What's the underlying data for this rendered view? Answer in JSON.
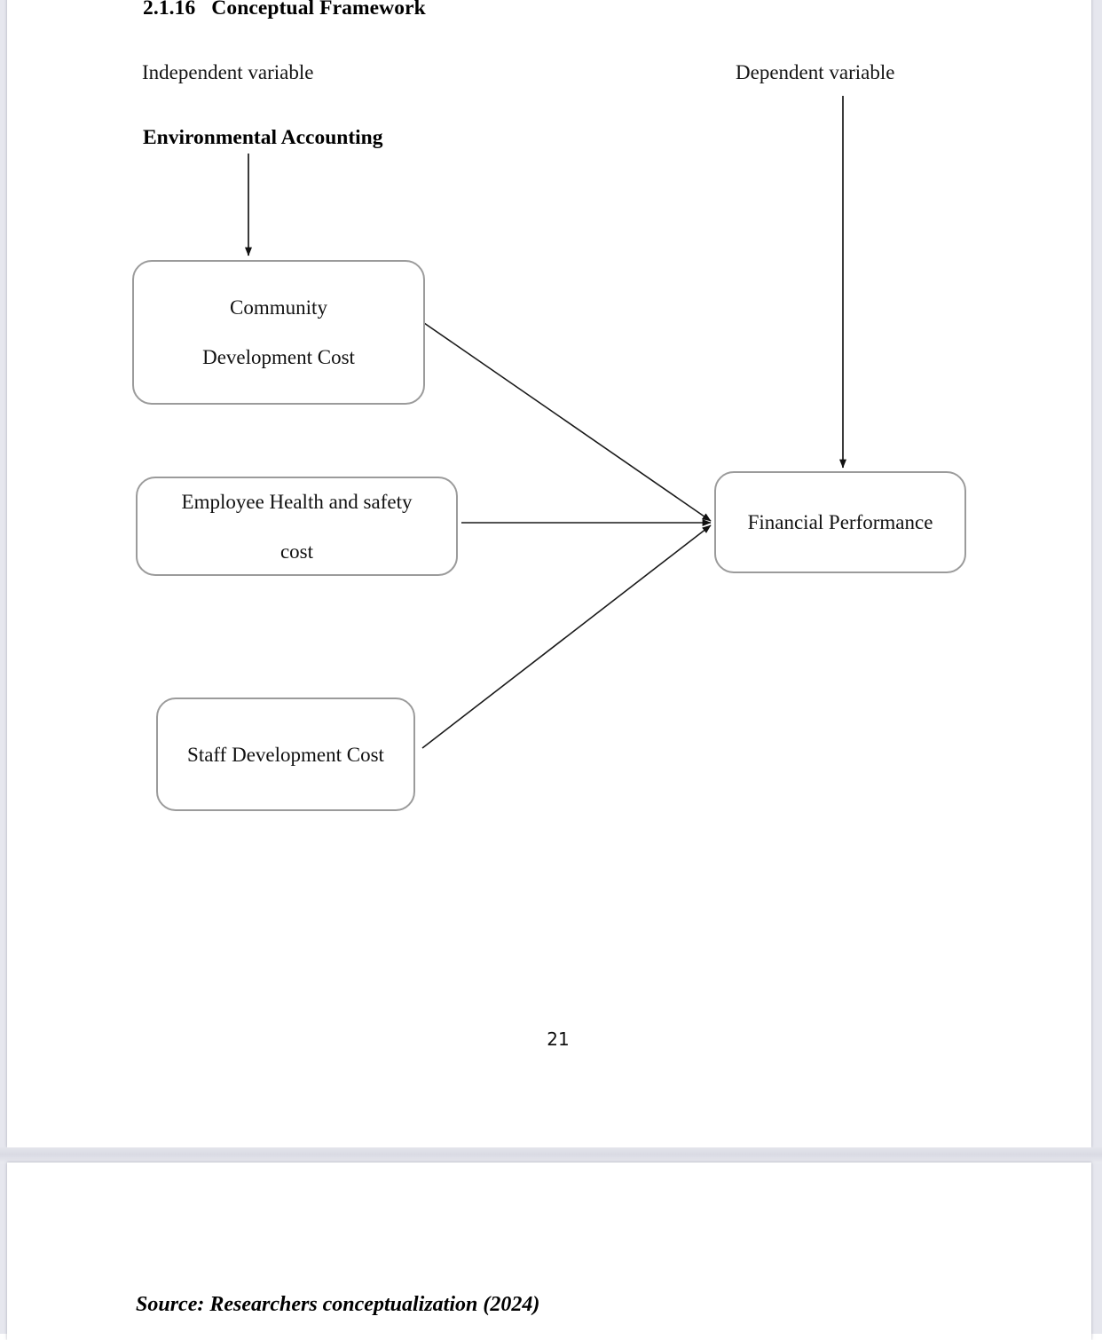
{
  "document": {
    "heading": "2.1.16   Conceptual Framework",
    "page_number": "21",
    "source_note": "Source: Researchers conceptualization (2024)"
  },
  "diagram": {
    "independent_label": "Independent variable",
    "dependent_label": "Dependent variable",
    "group_label": "Environmental Accounting",
    "nodes": [
      {
        "id": "community",
        "line1": "Community",
        "line2": "Development Cost"
      },
      {
        "id": "employee",
        "line1": "Employee Health and safety",
        "line2": "cost"
      },
      {
        "id": "staff",
        "line1": "Staff Development Cost",
        "line2": ""
      },
      {
        "id": "financial",
        "line1": "Financial Performance",
        "line2": ""
      }
    ],
    "connectors": [
      {
        "name": "environmental-accounting-to-community",
        "type": "vertical-arrow"
      },
      {
        "name": "dependent-variable-to-financial-performance",
        "type": "vertical-arrow"
      },
      {
        "name": "community-to-financial-performance",
        "type": "diagonal-arrow"
      },
      {
        "name": "employee-to-financial-performance",
        "type": "horizontal-arrow"
      },
      {
        "name": "staff-to-financial-performance",
        "type": "diagonal-arrow"
      }
    ]
  },
  "colors": {
    "node_border": "#9b9b9b",
    "arrow": "#1a1a1a",
    "page_background": "#ffffff",
    "viewer_background": "#e6e7ee"
  }
}
